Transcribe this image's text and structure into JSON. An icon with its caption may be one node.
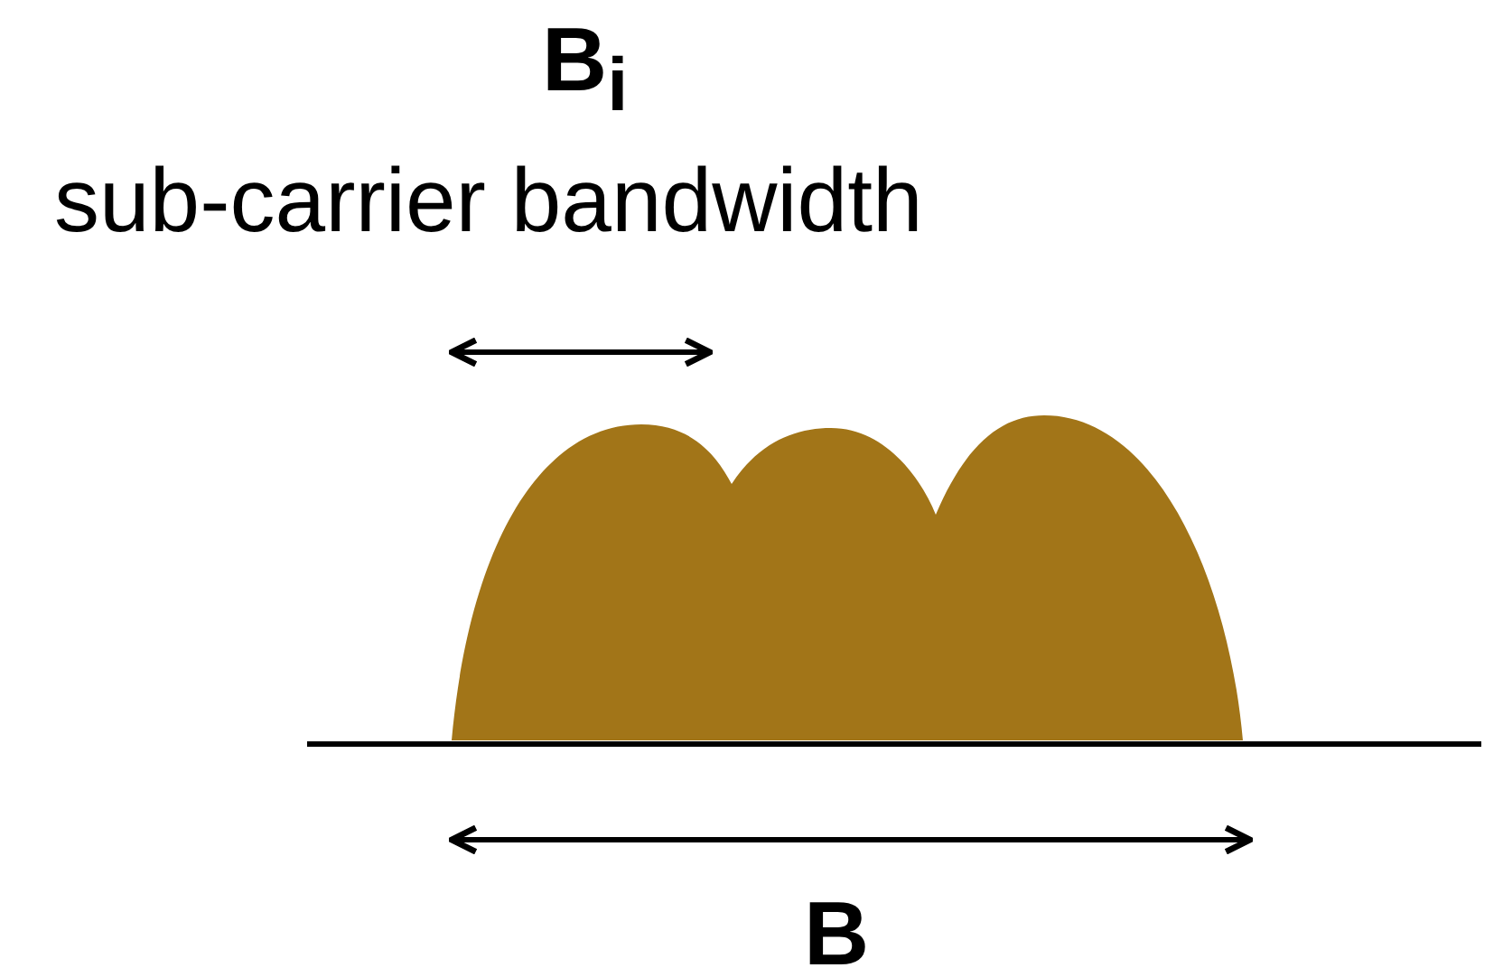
{
  "diagram": {
    "labels": [
      "B$_{i}$",
      "sub-carrier bandwidth",
      "B"
    ]
  }
}
